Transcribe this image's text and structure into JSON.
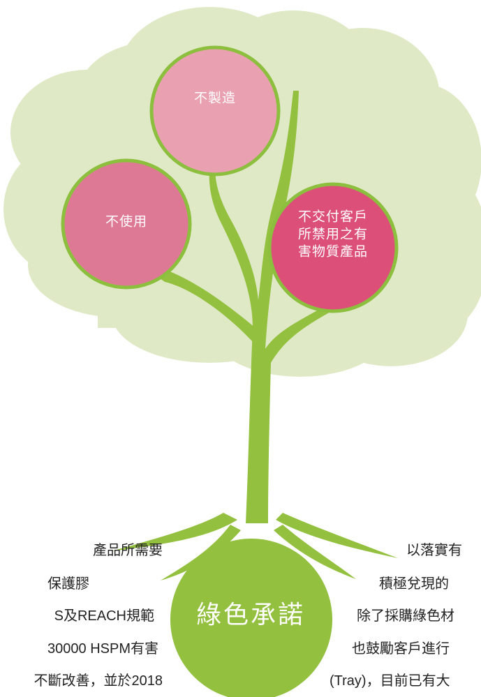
{
  "center": {
    "label": "綠色承諾"
  },
  "circles": {
    "top": {
      "label_lines": [
        "不製造"
      ]
    },
    "left": {
      "label_lines": [
        "不使用"
      ]
    },
    "right": {
      "label_lines": [
        "不交付客戶",
        "所禁用之有",
        "害物質產品"
      ]
    }
  },
  "left_text": {
    "lines": [
      "產品所需要",
      "保護膠",
      "S及REACH規範",
      "30000 HSPM有害",
      "不斷改善，並於2018"
    ]
  },
  "right_text": {
    "lines": [
      "以落實有",
      "積極兌現的",
      "除了採購綠色材",
      "也鼓勵客戶進行",
      "(Tray)，目前已有大"
    ]
  },
  "colors": {
    "foliage": "#dfe9c6",
    "trunk": "#93c03e",
    "circle_top": "#e9a0b0",
    "circle_left": "#de7995",
    "circle_right": "#db4f79",
    "circle_border": "#8cbf3e",
    "text": "#222222"
  }
}
